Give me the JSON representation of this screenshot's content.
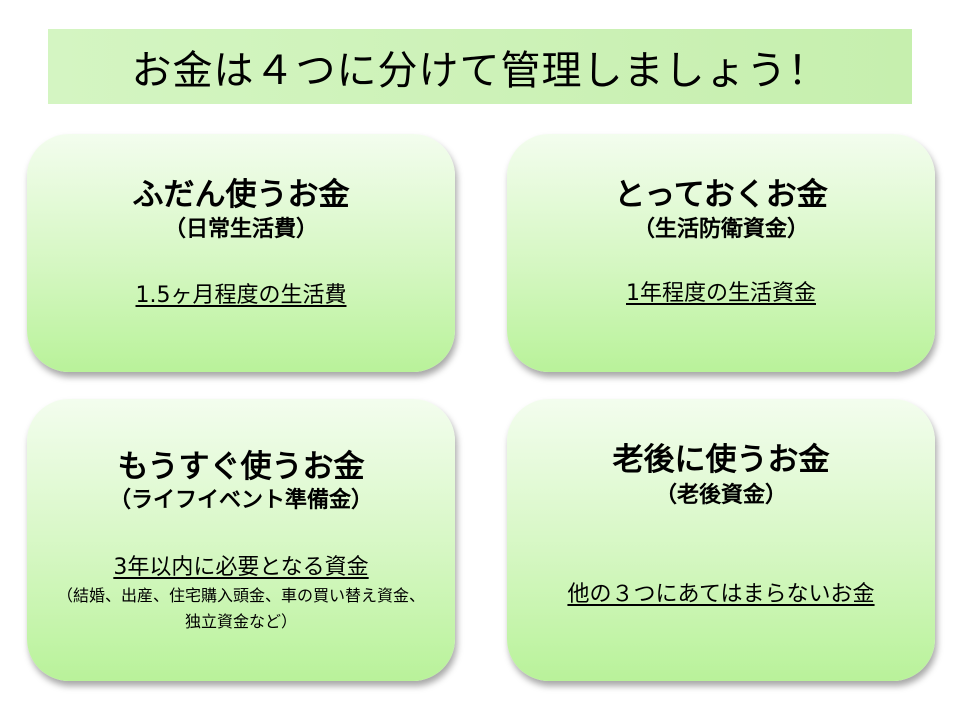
{
  "title": "お金は４つに分けて管理しましょう！",
  "cards": [
    {
      "heading": "ふだん使うお金",
      "subheading": "（日常生活費）",
      "description": "1.5ヶ月程度の生活費"
    },
    {
      "heading": "とっておくお金",
      "subheading": "（生活防衛資金）",
      "description": "1年程度の生活資金"
    },
    {
      "heading": "もうすぐ使うお金",
      "subheading": "（ライフイベント準備金）",
      "description": "3年以内に必要となる資金",
      "note": "（結婚、出産、住宅購入頭金、車の買い替え資金、独立資金など）"
    },
    {
      "heading": "老後に使うお金",
      "subheading": "（老後資金）",
      "description": "他の３つにあてはまらないお金"
    }
  ]
}
